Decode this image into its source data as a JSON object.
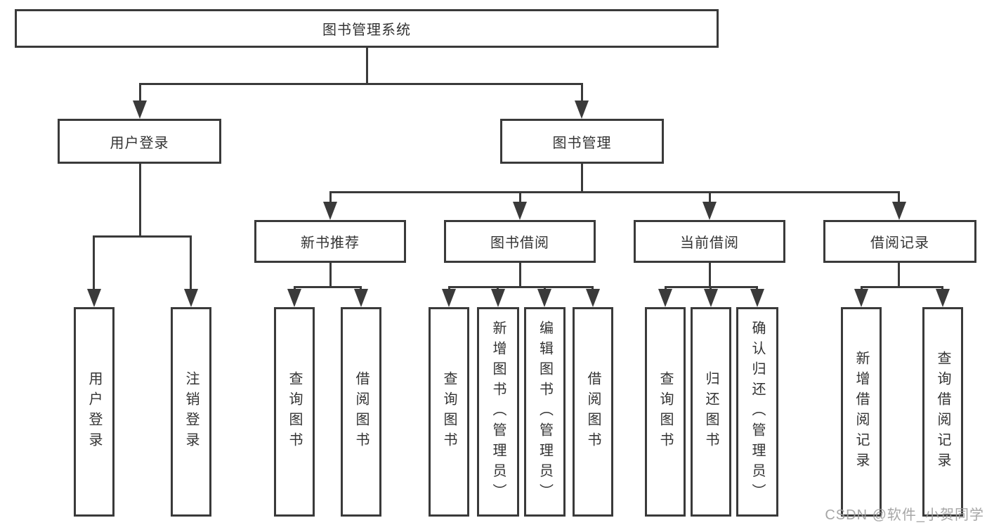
{
  "tree": {
    "root": {
      "label": "图书管理系统"
    },
    "branches": [
      {
        "label": "用户登录",
        "leaves": [
          {
            "label": "用户登录"
          },
          {
            "label": "注销登录"
          }
        ]
      },
      {
        "label": "图书管理",
        "groups": [
          {
            "label": "新书推荐",
            "leaves": [
              {
                "label": "查询图书"
              },
              {
                "label": "借阅图书"
              }
            ]
          },
          {
            "label": "图书借阅",
            "leaves": [
              {
                "label": "查询图书"
              },
              {
                "label": "新增图书（管理员）"
              },
              {
                "label": "编辑图书（管理员）"
              },
              {
                "label": "借阅图书"
              }
            ]
          },
          {
            "label": "当前借阅",
            "leaves": [
              {
                "label": "查询图书"
              },
              {
                "label": "归还图书"
              },
              {
                "label": "确认归还（管理员）"
              }
            ]
          },
          {
            "label": "借阅记录",
            "leaves": [
              {
                "label": "新增借阅记录"
              },
              {
                "label": "查询借阅记录"
              }
            ]
          }
        ]
      }
    ]
  },
  "watermark": {
    "text": "CSDN @软件_小贺同学"
  },
  "style": {
    "line_color": "#3a3a3a",
    "text_color": "#333333",
    "watermark_color": "#9e9e9e",
    "background_color": "#ffffff"
  }
}
